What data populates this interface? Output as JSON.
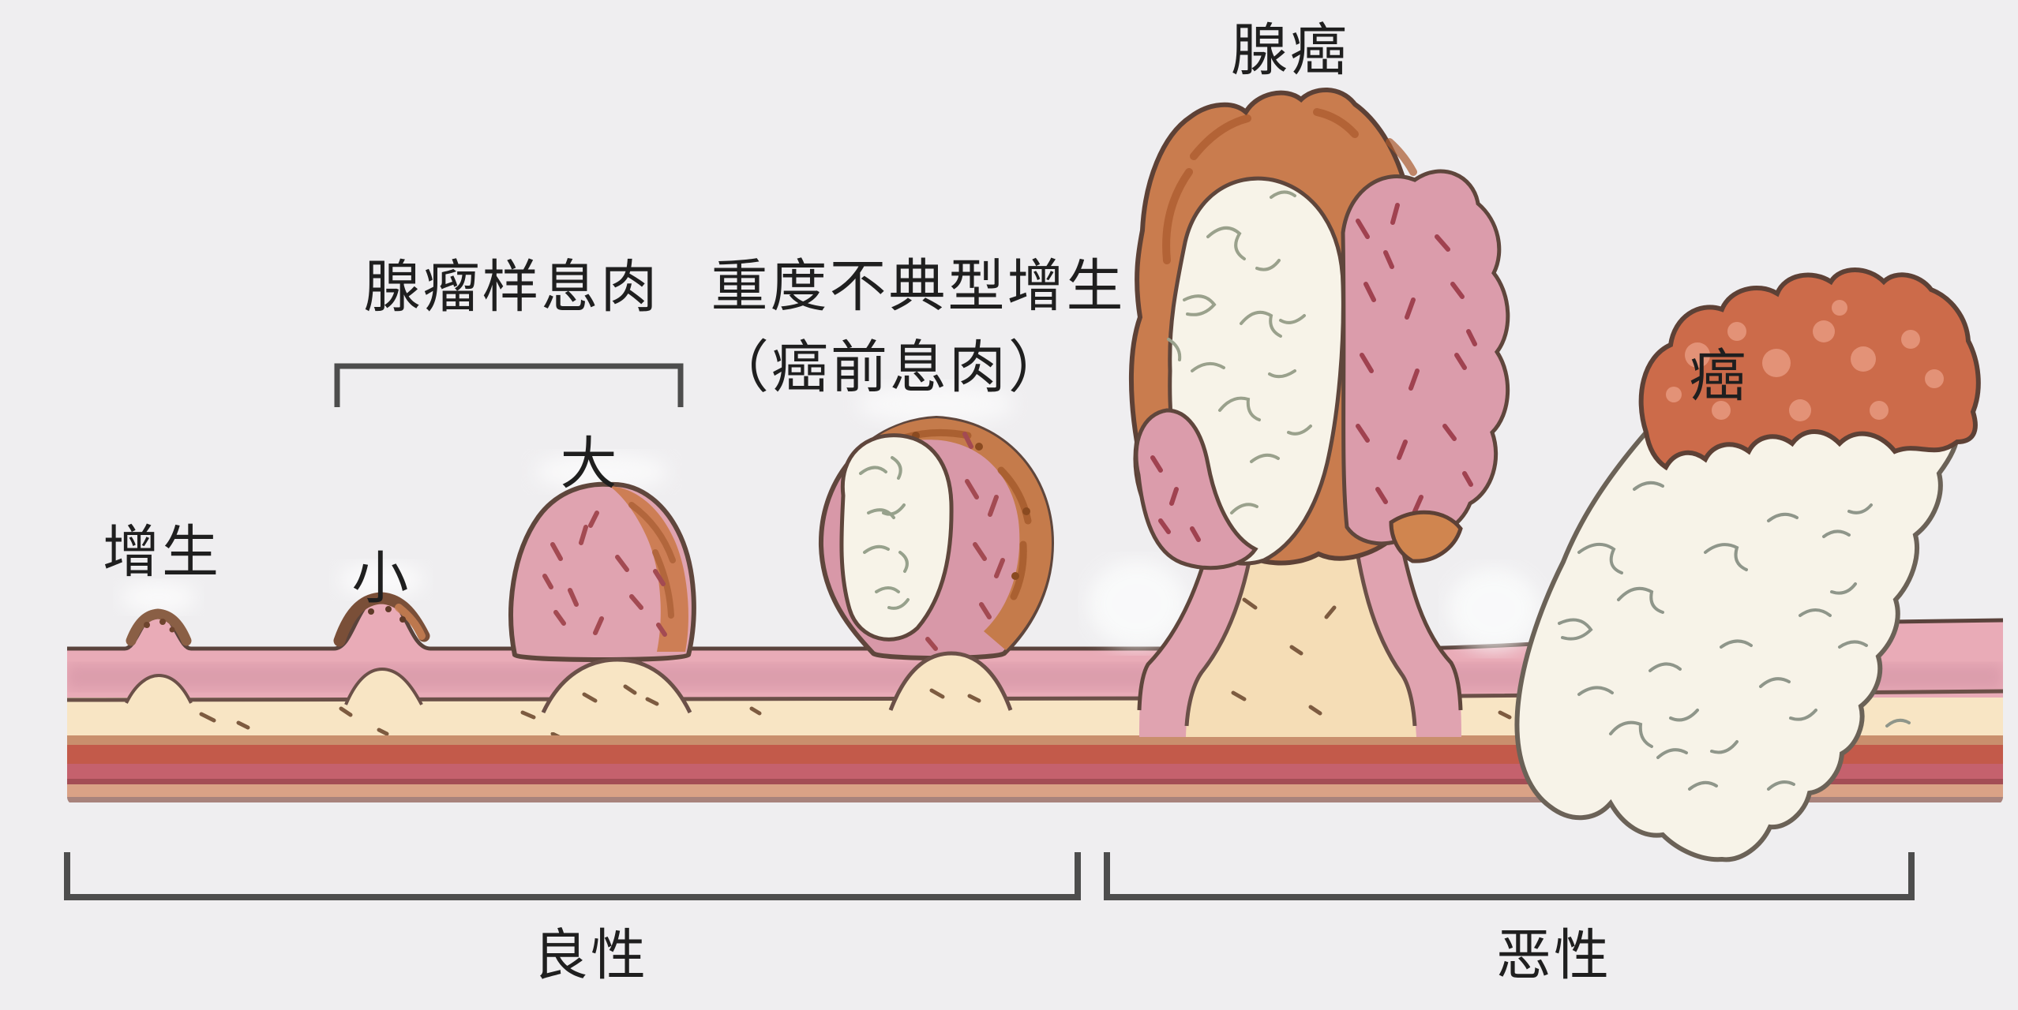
{
  "labels": {
    "hyperplasia": "增生",
    "adenomatous_polyp": "腺瘤样息肉",
    "small": "小",
    "large": "大",
    "severe_dysplasia": "重度不典型增生",
    "severe_dysplasia_sub": "（癌前息肉）",
    "adenocarcinoma": "腺癌",
    "carcinoma": "癌",
    "benign": "良性",
    "malignant": "恶性"
  },
  "colors": {
    "background": "#efeef0",
    "mucosa_pink": "#e9abb7",
    "mucosa_shade": "#cf8fa2",
    "submucosa_cream": "#f8e5c4",
    "muscle_tan": "#c98f6d",
    "muscle_red": "#c35a4a",
    "muscle_rose": "#c5616d",
    "muscle_dark": "#a34d55",
    "serosa_salmon": "#daa286",
    "serosa_gray": "#a8837c",
    "polyp_pink": "#db9cab",
    "polyp_pink_light": "#e0a3b0",
    "polyp_mauve": "#d898a8",
    "orange_cap": "#c97c4e",
    "orange_cap_deep": "#cc6b4a",
    "tumor_white": "#f7f3e8",
    "stalk_cream": "#f5ddb6",
    "outline": "#5d4136",
    "text": "#1f1f1f",
    "bracket": "#4d4d4d"
  }
}
